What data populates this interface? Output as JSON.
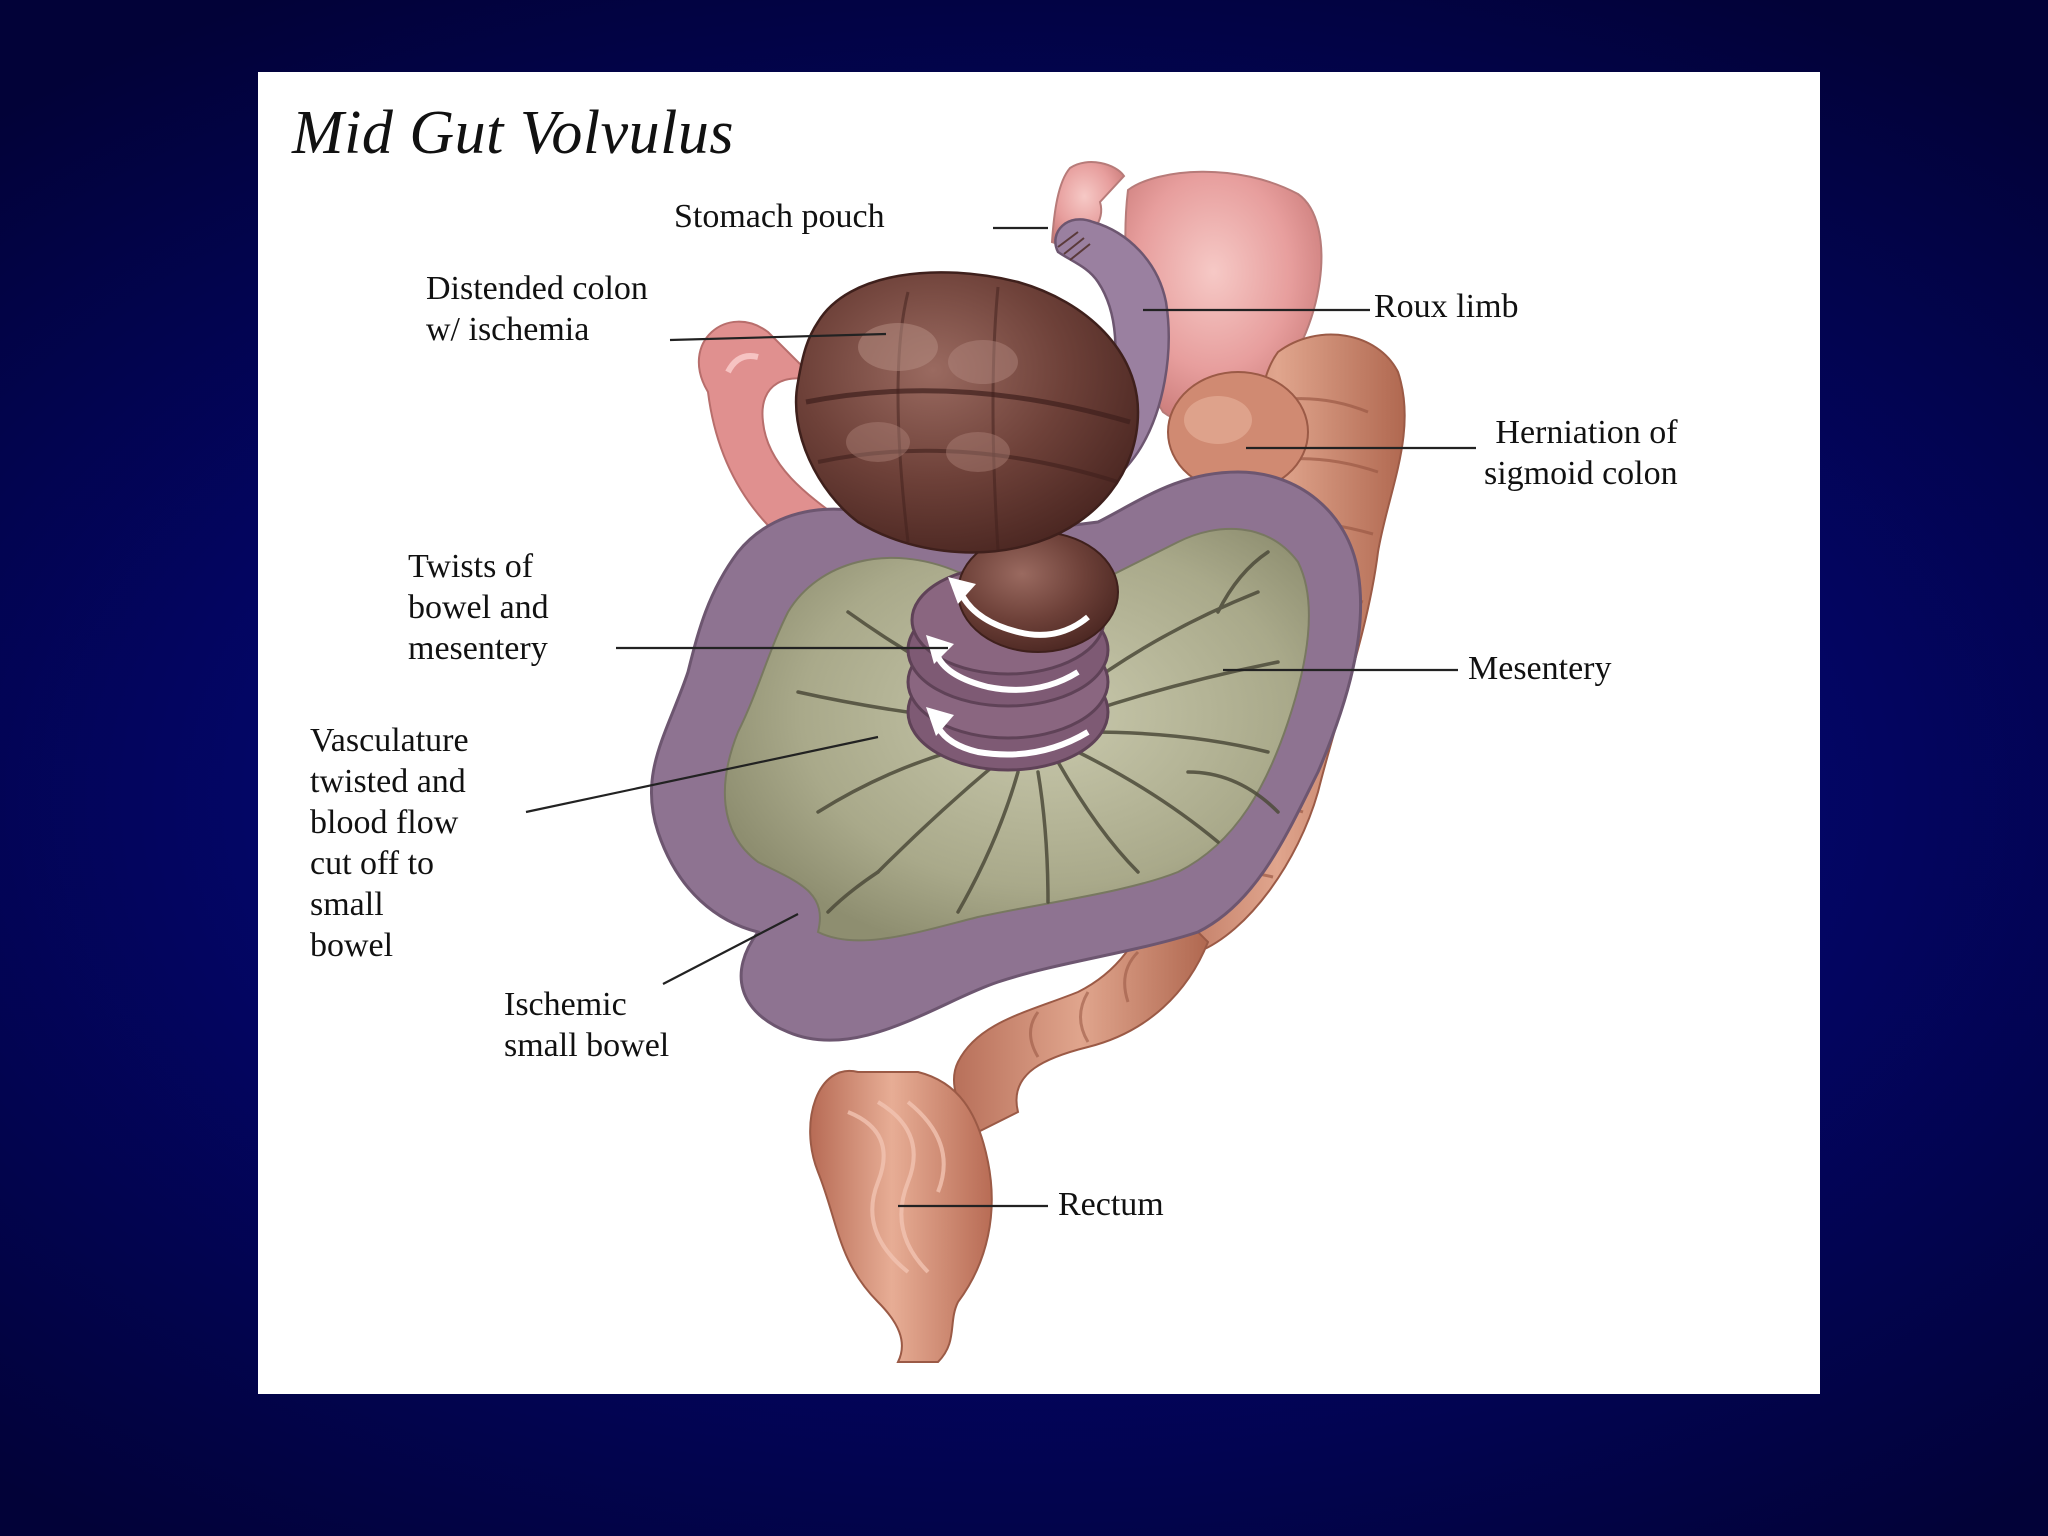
{
  "diagram": {
    "title": "Mid Gut Volvulus",
    "labels": {
      "stomach_pouch": "Stomach pouch",
      "distended_colon": "Distended colon\nw/ ischemia",
      "roux_limb": "Roux limb",
      "herniation": "Herniation of\nsigmoid colon",
      "twists": "Twists of\nbowel and\nmesentery",
      "mesentery": "Mesentery",
      "vasculature": "Vasculature\ntwisted and\nblood flow\ncut off to\nsmall\nbowel",
      "ischemic_small_bowel": "Ischemic\nsmall bowel",
      "rectum": "Rectum"
    },
    "colors": {
      "background": "#03066a",
      "panel": "#ffffff",
      "small_bowel": "#8e7391",
      "mesentery": "#a6a687",
      "colon": "#c8866d",
      "distended_colon": "#6a3d36",
      "stomach": "#e9a5a5",
      "leader_lines": "#222222"
    }
  }
}
